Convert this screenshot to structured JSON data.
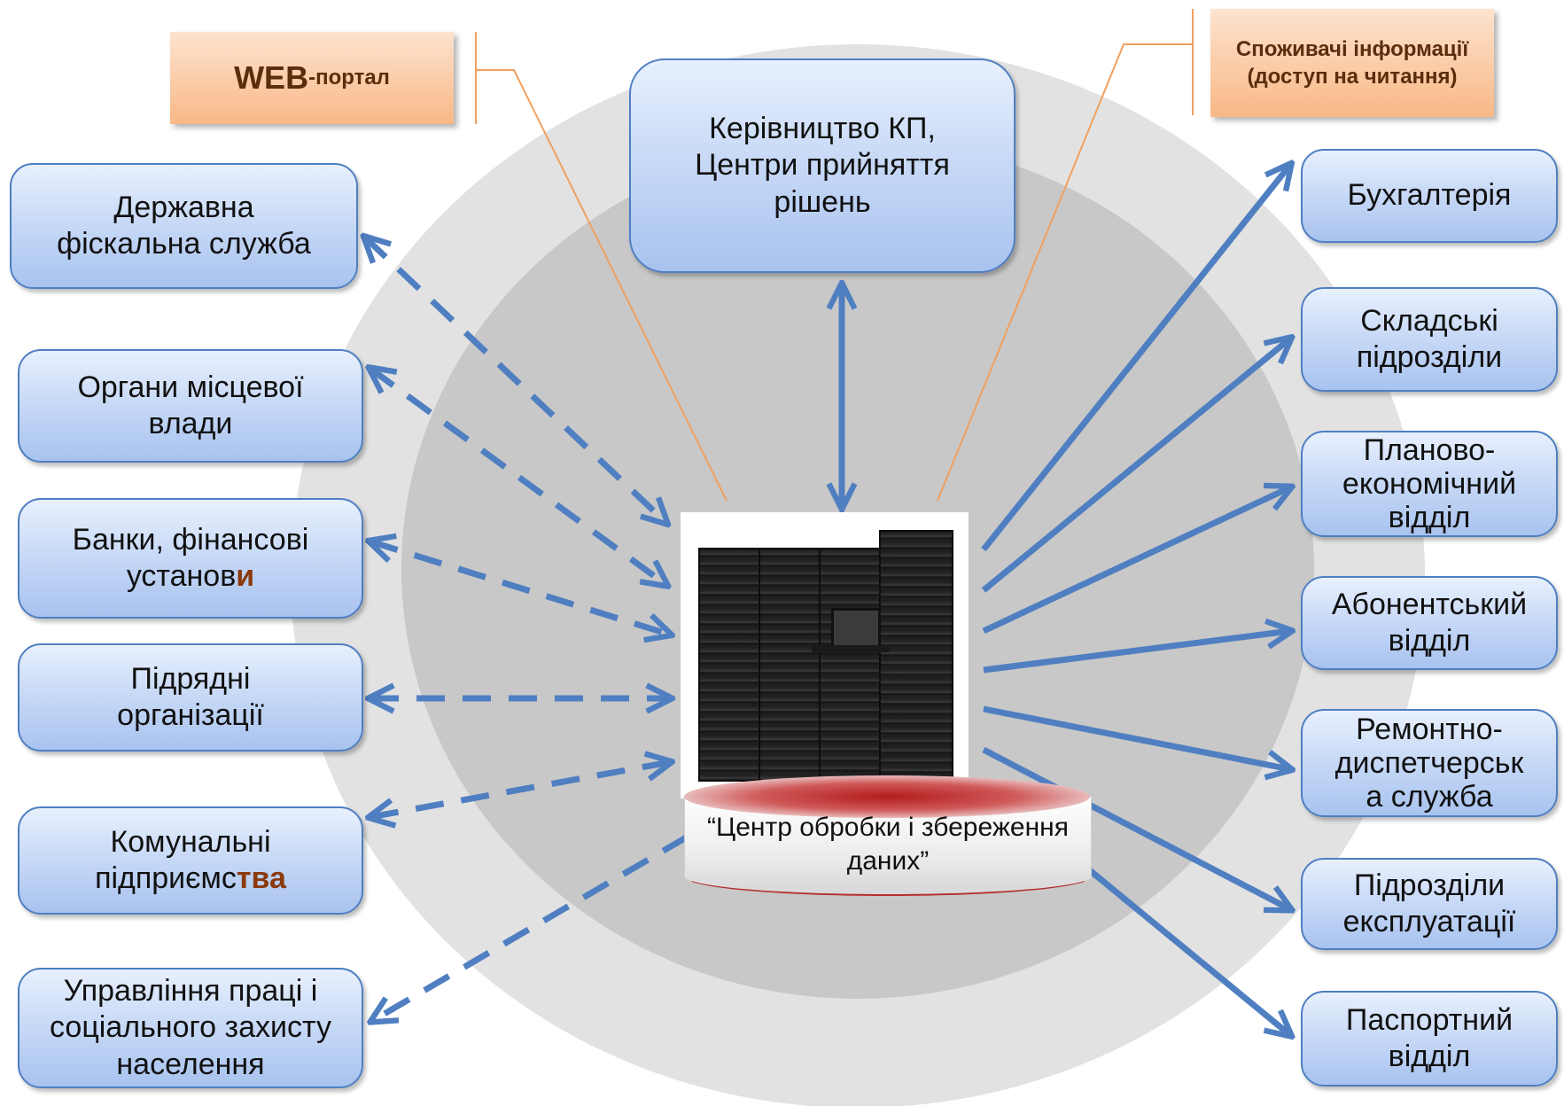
{
  "tags": {
    "web_portal": {
      "strong": "WEB",
      "small": "-портал"
    },
    "consumers": {
      "text": "Споживачі інформації (доступ на читання)"
    }
  },
  "center": {
    "label": "“Центр обробки і збереження\nданих”"
  },
  "management": {
    "label": "Керівництво КП,\nЦентри прийняття\nрішень"
  },
  "left_nodes": [
    {
      "label": "Державна\nфіскальна  служба"
    },
    {
      "label": "Органи місцевої\nвлади"
    },
    {
      "label_main": "Банки, фінансові\nустанов",
      "label_accent": "и"
    },
    {
      "label": "Підрядні\nорганізації"
    },
    {
      "label_main": "Комунальні\nпідприємс",
      "label_accent": "тва"
    },
    {
      "label": "Управління праці і\nсоціального захисту\nнаселення"
    }
  ],
  "right_nodes": [
    {
      "label": "Бухгалтерія"
    },
    {
      "label": "Складські\nпідрозділи"
    },
    {
      "label": "Планово-\nекономічний\nвідділ"
    },
    {
      "label": "Абонентський\nвідділ"
    },
    {
      "label": "Ремонтно-\nдиспетчерськ\nа служба"
    },
    {
      "label": "Підрозділи\nексплуатації"
    },
    {
      "label": "Паспортний\nвідділ"
    }
  ],
  "colors": {
    "outer_ring": "#e2e2e2",
    "inner_ring": "#c8c8c8",
    "arrow": "#4f7fc1",
    "callout_line": "#f0a060",
    "node_border": "#4f7fc1",
    "tag_text": "#5a2d0c",
    "accent_text": "#8b3a0e"
  },
  "icons": {
    "server": "server-rack-icon"
  }
}
